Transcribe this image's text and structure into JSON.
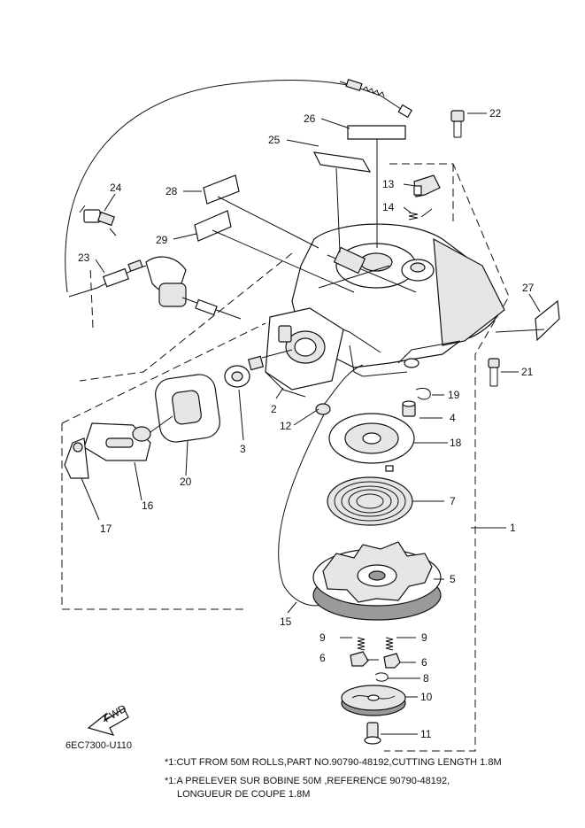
{
  "diagram": {
    "code": "6EC7300-U110",
    "fwd_label": "FWD",
    "callouts": [
      "1",
      "2",
      "3",
      "4",
      "5",
      "6",
      "6",
      "7",
      "8",
      "9",
      "9",
      "10",
      "11",
      "12",
      "13",
      "14",
      "15",
      "16",
      "17",
      "18",
      "19",
      "20",
      "21",
      "22",
      "23",
      "24",
      "25",
      "26",
      "27",
      "28",
      "29"
    ],
    "notes": [
      "*1:CUT FROM 50M ROLLS,PART NO.90790-48192,CUTTING LENGTH 1.8M",
      "*1:A PRELEVER SUR BOBINE 50M ,REFERENCE 90790-48192,",
      "LONGUEUR DE COUPE 1.8M"
    ]
  }
}
